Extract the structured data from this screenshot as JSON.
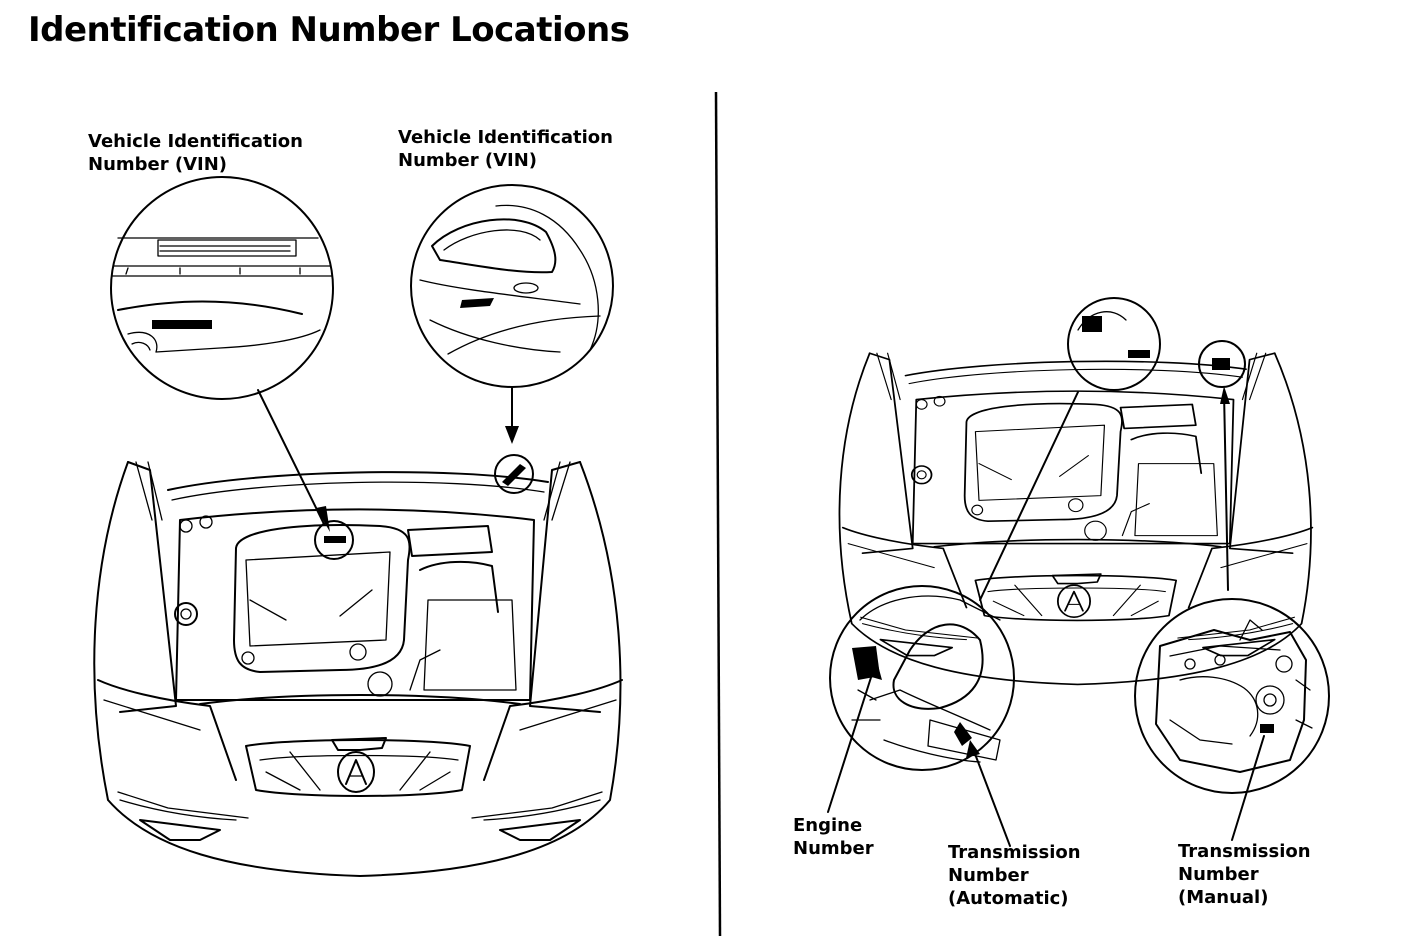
{
  "title": "Identification Number Locations",
  "labels": {
    "vin_dash": [
      "Vehicle Identification",
      "Number (VIN)"
    ],
    "vin_firewall": [
      "Vehicle Identification",
      "Number (VIN)"
    ],
    "engine_number": [
      "Engine",
      "Number"
    ],
    "transmission_automatic": [
      "Transmission",
      "Number",
      "(Automatic)"
    ],
    "transmission_manual": [
      "Transmission",
      "Number",
      "(Manual)"
    ]
  },
  "colors": {
    "ink": "#000000",
    "paper": "#ffffff"
  }
}
